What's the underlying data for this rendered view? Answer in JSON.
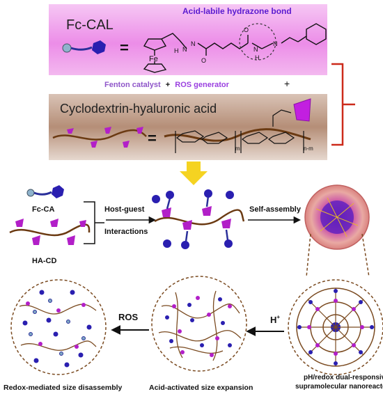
{
  "top_panel": {
    "name": "Fc-CAL",
    "bond_label": "Acid-labile  hydrazone bond",
    "caption_a": "Fenton catalyst",
    "caption_plus": "+",
    "caption_b": "ROS generator",
    "fe_label": "Fe",
    "equals": "=",
    "plus": "+"
  },
  "middle_panel": {
    "title": "Cyclodextrin-hyaluronic acid",
    "equals": "=",
    "subscript_m": "m",
    "subscript_nm": "n-m"
  },
  "lower": {
    "fc_ca": "Fc-CA",
    "ha_cd": "HA-CD",
    "host_guest_1": "Host-guest",
    "host_guest_2": "Interactions",
    "self_assembly": "Self-assembly",
    "ros": "ROS",
    "h_plus": "H",
    "h_plus_sup": "+",
    "caption_left": "Redox-mediated size disassembly",
    "caption_mid": "Acid-activated size expansion",
    "caption_right_1": "pH/redox dual-responsive",
    "caption_right_2": "supramolecular nanoreactor"
  },
  "colors": {
    "magenta": "#e81fd3",
    "purple": "#7a1fd1",
    "navy": "#1f1a8c",
    "brown": "#6b3a12",
    "red": "#cc2a1a",
    "arrow_yellow": "#f5d321"
  }
}
